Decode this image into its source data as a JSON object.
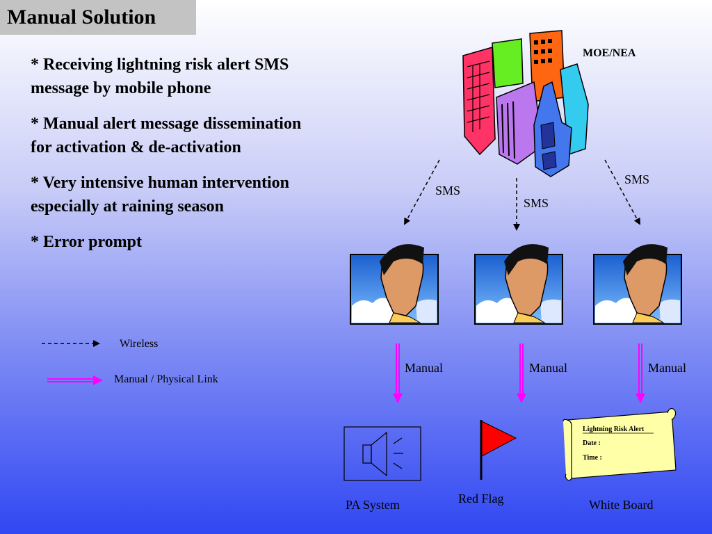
{
  "title": "Manual Solution",
  "bullets": [
    "* Receiving lightning risk alert SMS message by mobile phone",
    "* Manual alert message dissemination for activation & de-activation",
    "* Very intensive human intervention especially at raining season",
    "* Error prompt"
  ],
  "legend": {
    "wireless": "Wireless",
    "manual_link": "Manual / Physical Link"
  },
  "source": "MOE/NEA",
  "sms_labels": [
    "SMS",
    "SMS",
    "SMS"
  ],
  "manual_labels": [
    "Manual",
    "Manual",
    "Manual"
  ],
  "outputs": {
    "pa": "PA System",
    "flag": "Red Flag",
    "board": "White Board"
  },
  "whiteboard": {
    "heading": "Lightning Risk Alert",
    "date": "Date :",
    "time": "Time :"
  },
  "colors": {
    "manual_arrow": "#ff00ff",
    "flag": "#ff0000",
    "board": "#ffffa8"
  }
}
